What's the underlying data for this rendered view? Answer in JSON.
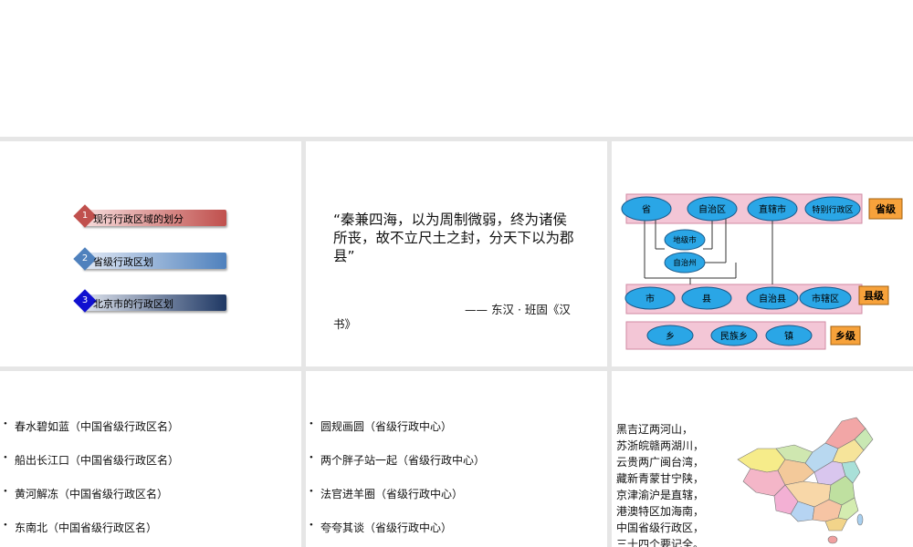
{
  "menu": {
    "items": [
      {
        "number": "1",
        "label": "现行行政区域的划分",
        "color": "#c0504d"
      },
      {
        "number": "2",
        "label": "省级行政区划",
        "color": "#4f81bd"
      },
      {
        "number": "3",
        "label": "北京市的行政区划",
        "color": "#1f3864"
      }
    ]
  },
  "quote": {
    "text": "“秦兼四海，以为周制微弱，终为诸侯所丧，故不立尺土之封，分天下以为郡县”",
    "cite_line1": "—— 东汉 · 班固《汉",
    "cite_line2": "书》"
  },
  "diagram": {
    "province_level": [
      "省",
      "自治区",
      "直辖市",
      "特别行政区"
    ],
    "prefecture_level": [
      "地级市",
      "自治州"
    ],
    "county_level": [
      "市",
      "县",
      "自治县",
      "市辖区"
    ],
    "township_level": [
      "乡",
      "民族乡",
      "镇"
    ],
    "tags": {
      "province": "省级",
      "county": "县级",
      "township": "乡级"
    },
    "colors": {
      "band": "#f3c6d6",
      "ellipse": "#2aa6e6",
      "tag": "#f7a23b"
    }
  },
  "riddles_provinces": [
    "春水碧如蓝（中国省级行政区名）",
    "船出长江口（中国省级行政区名）",
    "黄河解冻（中国省级行政区名）",
    "东南北（中国省级行政区名）"
  ],
  "riddles_capitals": [
    "圆规画圆（省级行政中心）",
    "两个胖子站一起（省级行政中心）",
    "法官进羊圈（省级行政中心）",
    "夸夸其谈（省级行政中心）"
  ],
  "poem": {
    "lines": [
      "黑吉辽两河山，",
      "苏浙皖赣两湖川，",
      "云贵两广闽台湾，",
      "藏新青蒙甘宁陕，",
      "京津渝沪是直辖，",
      "港澳特区加海南，",
      "中国省级行政区，",
      "三十四个要记全。"
    ]
  }
}
